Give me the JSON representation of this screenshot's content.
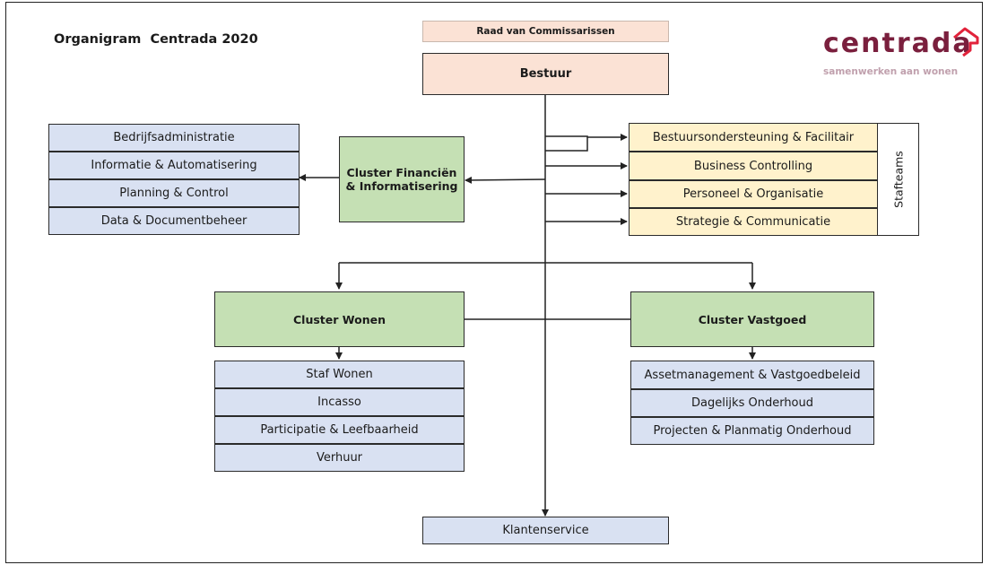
{
  "title": "Organigram  Centrada 2020",
  "logo": {
    "wordmark": "centrada",
    "tagline": "samenwerken aan wonen",
    "colors": {
      "primary": "#7a1f3d",
      "accent": "#e2233b",
      "tagline": "#c0a0ad"
    }
  },
  "top": {
    "raad": "Raad van Commissarissen",
    "bestuur": "Bestuur"
  },
  "cluster_financien": {
    "label": "Cluster Financiën & Informatisering",
    "units": [
      "Bedrijfsadministratie",
      "Informatie & Automatisering",
      "Planning & Control",
      "Data & Documentbeheer"
    ]
  },
  "stafteams": {
    "label": "Stafteams",
    "units": [
      "Bestuursondersteuning & Facilitair",
      "Business Controlling",
      "Personeel & Organisatie",
      "Strategie & Communicatie"
    ]
  },
  "cluster_wonen": {
    "label": "Cluster Wonen",
    "units": [
      "Staf Wonen",
      "Incasso",
      "Participatie & Leefbaarheid",
      "Verhuur"
    ]
  },
  "cluster_vastgoed": {
    "label": "Cluster Vastgoed",
    "units": [
      "Assetmanagement & Vastgoedbeleid",
      "Dagelijks Onderhoud",
      "Projecten & Planmatig Onderhoud"
    ]
  },
  "klantenservice": "Klantenservice",
  "colors": {
    "unit_blue": "#d9e1f2",
    "staf_yellow": "#fff2cc",
    "cluster_green": "#c5e0b4",
    "board_peach": "#fbe2d5"
  }
}
